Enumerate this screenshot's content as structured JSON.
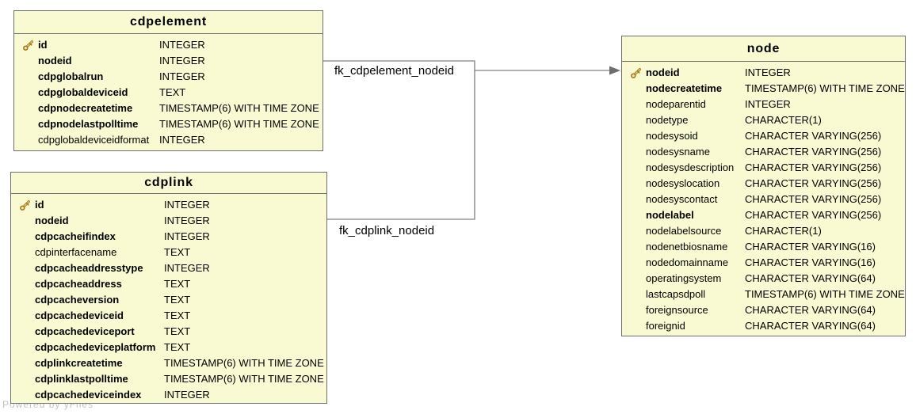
{
  "diagram": {
    "watermark": "Powered by yFiles",
    "colors": {
      "table_fill": "#FAFAD2",
      "table_border": "#6E6E6E",
      "edge_line": "#808080",
      "text": "#000000",
      "key_icon_gold": "#E7C566"
    },
    "tables": [
      {
        "title": "cdpelement",
        "columns": [
          {
            "name": "id",
            "type": "INTEGER",
            "bold": true,
            "key": true
          },
          {
            "name": "nodeid",
            "type": "INTEGER",
            "bold": true,
            "key": false
          },
          {
            "name": "cdpglobalrun",
            "type": "INTEGER",
            "bold": true,
            "key": false
          },
          {
            "name": "cdpglobaldeviceid",
            "type": "TEXT",
            "bold": true,
            "key": false
          },
          {
            "name": "cdpnodecreatetime",
            "type": "TIMESTAMP(6) WITH TIME ZONE",
            "bold": true,
            "key": false
          },
          {
            "name": "cdpnodelastpolltime",
            "type": "TIMESTAMP(6) WITH TIME ZONE",
            "bold": true,
            "key": false
          },
          {
            "name": "cdpglobaldeviceidformat",
            "type": "INTEGER",
            "bold": false,
            "key": false
          }
        ]
      },
      {
        "title": "cdplink",
        "columns": [
          {
            "name": "id",
            "type": "INTEGER",
            "bold": true,
            "key": true
          },
          {
            "name": "nodeid",
            "type": "INTEGER",
            "bold": true,
            "key": false
          },
          {
            "name": "cdpcacheifindex",
            "type": "INTEGER",
            "bold": true,
            "key": false
          },
          {
            "name": "cdpinterfacename",
            "type": "TEXT",
            "bold": false,
            "key": false
          },
          {
            "name": "cdpcacheaddresstype",
            "type": "INTEGER",
            "bold": true,
            "key": false
          },
          {
            "name": "cdpcacheaddress",
            "type": "TEXT",
            "bold": true,
            "key": false
          },
          {
            "name": "cdpcacheversion",
            "type": "TEXT",
            "bold": true,
            "key": false
          },
          {
            "name": "cdpcachedeviceid",
            "type": "TEXT",
            "bold": true,
            "key": false
          },
          {
            "name": "cdpcachedeviceport",
            "type": "TEXT",
            "bold": true,
            "key": false
          },
          {
            "name": "cdpcachedeviceplatform",
            "type": "TEXT",
            "bold": true,
            "key": false
          },
          {
            "name": "cdplinkcreatetime",
            "type": "TIMESTAMP(6) WITH TIME ZONE",
            "bold": true,
            "key": false
          },
          {
            "name": "cdplinklastpolltime",
            "type": "TIMESTAMP(6) WITH TIME ZONE",
            "bold": true,
            "key": false
          },
          {
            "name": "cdpcachedeviceindex",
            "type": "INTEGER",
            "bold": true,
            "key": false
          }
        ]
      },
      {
        "title": "node",
        "columns": [
          {
            "name": "nodeid",
            "type": "INTEGER",
            "bold": true,
            "key": true
          },
          {
            "name": "nodecreatetime",
            "type": "TIMESTAMP(6) WITH TIME ZONE",
            "bold": true,
            "key": false
          },
          {
            "name": "nodeparentid",
            "type": "INTEGER",
            "bold": false,
            "key": false
          },
          {
            "name": "nodetype",
            "type": "CHARACTER(1)",
            "bold": false,
            "key": false
          },
          {
            "name": "nodesysoid",
            "type": "CHARACTER VARYING(256)",
            "bold": false,
            "key": false
          },
          {
            "name": "nodesysname",
            "type": "CHARACTER VARYING(256)",
            "bold": false,
            "key": false
          },
          {
            "name": "nodesysdescription",
            "type": "CHARACTER VARYING(256)",
            "bold": false,
            "key": false
          },
          {
            "name": "nodesyslocation",
            "type": "CHARACTER VARYING(256)",
            "bold": false,
            "key": false
          },
          {
            "name": "nodesyscontact",
            "type": "CHARACTER VARYING(256)",
            "bold": false,
            "key": false
          },
          {
            "name": "nodelabel",
            "type": "CHARACTER VARYING(256)",
            "bold": true,
            "key": false
          },
          {
            "name": "nodelabelsource",
            "type": "CHARACTER(1)",
            "bold": false,
            "key": false
          },
          {
            "name": "nodenetbiosname",
            "type": "CHARACTER VARYING(16)",
            "bold": false,
            "key": false
          },
          {
            "name": "nodedomainname",
            "type": "CHARACTER VARYING(16)",
            "bold": false,
            "key": false
          },
          {
            "name": "operatingsystem",
            "type": "CHARACTER VARYING(64)",
            "bold": false,
            "key": false
          },
          {
            "name": "lastcapsdpoll",
            "type": "TIMESTAMP(6) WITH TIME ZONE",
            "bold": false,
            "key": false
          },
          {
            "name": "foreignsource",
            "type": "CHARACTER VARYING(64)",
            "bold": false,
            "key": false
          },
          {
            "name": "foreignid",
            "type": "CHARACTER VARYING(64)",
            "bold": false,
            "key": false
          }
        ]
      }
    ],
    "edges": [
      {
        "label": "fk_cdpelement_nodeid",
        "from": "cdpelement.nodeid",
        "to": "node.nodeid"
      },
      {
        "label": "fk_cdplink_nodeid",
        "from": "cdplink.nodeid",
        "to": "node.nodeid"
      }
    ]
  }
}
